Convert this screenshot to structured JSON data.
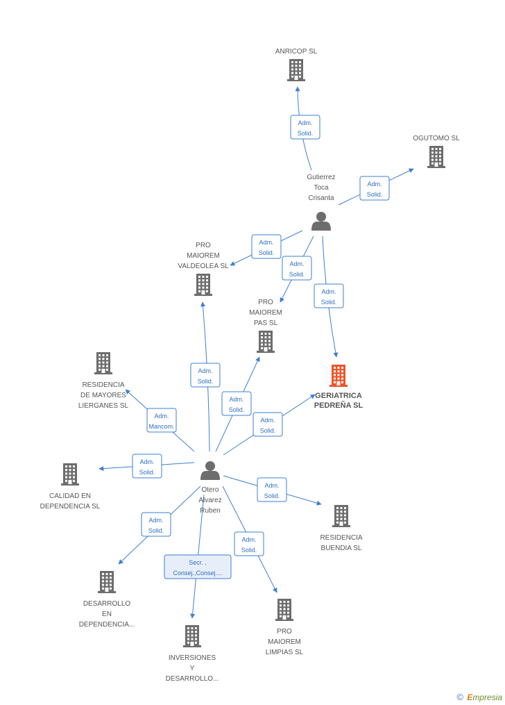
{
  "colors": {
    "edge": "#3b7fd4",
    "edge_label_border": "#3b7fd4",
    "edge_label_fill": "#ffffff",
    "edge_label_fill_alt": "#e8eef9",
    "building": "#6d6d6d",
    "building_focus": "#f0542a",
    "person": "#6d6d6d"
  },
  "nodes": [
    {
      "id": "anricop",
      "type": "company",
      "lines": [
        "ANRICOP  SL"
      ]
    },
    {
      "id": "ogutomo",
      "type": "company",
      "lines": [
        "OGUTOMO SL"
      ]
    },
    {
      "id": "gutierrez",
      "type": "person",
      "lines": [
        "Gutierrez",
        "Toca",
        "Crisanta"
      ]
    },
    {
      "id": "valdeolea",
      "type": "company",
      "lines": [
        "PRO",
        "MAIOREM",
        "VALDEOLEA SL"
      ]
    },
    {
      "id": "pas",
      "type": "company",
      "lines": [
        "PRO",
        "MAIOREM",
        "PAS SL"
      ]
    },
    {
      "id": "geriatrica",
      "type": "company_focus",
      "lines": [
        "GERIATRICA",
        "PEDREÑA SL"
      ]
    },
    {
      "id": "lierganes",
      "type": "company",
      "lines": [
        "RESIDENCIA",
        "DE MAYORES",
        "LIERGANES SL"
      ]
    },
    {
      "id": "calidad",
      "type": "company",
      "lines": [
        "CALIDAD EN",
        "DEPENDENCIA SL"
      ]
    },
    {
      "id": "otero",
      "type": "person",
      "lines": [
        "Otero",
        "Alvarez",
        "Ruben"
      ]
    },
    {
      "id": "buendia",
      "type": "company",
      "lines": [
        "RESIDENCIA",
        "BUENDIA SL"
      ]
    },
    {
      "id": "desarrollo",
      "type": "company",
      "lines": [
        "DESARROLLO",
        "EN",
        "DEPENDENCIA..."
      ]
    },
    {
      "id": "limpias",
      "type": "company",
      "lines": [
        "PRO",
        "MAIOREM",
        "LIMPIAS  SL"
      ]
    },
    {
      "id": "inversiones",
      "type": "company",
      "lines": [
        "INVERSIONES",
        "Y",
        "DESARROLLO..."
      ]
    }
  ],
  "edges": [
    {
      "from": "gutierrez",
      "to": "anricop",
      "label": [
        "Adm.",
        "Solid."
      ]
    },
    {
      "from": "gutierrez",
      "to": "ogutomo",
      "label": [
        "Adm.",
        "Solid."
      ]
    },
    {
      "from": "gutierrez",
      "to": "valdeolea",
      "label": [
        "Adm.",
        "Solid."
      ]
    },
    {
      "from": "gutierrez",
      "to": "pas",
      "label": [
        "Adm.",
        "Solid."
      ]
    },
    {
      "from": "gutierrez",
      "to": "geriatrica",
      "label": [
        "Adm.",
        "Solid."
      ]
    },
    {
      "from": "otero",
      "to": "valdeolea",
      "label": [
        "Adm.",
        "Solid."
      ]
    },
    {
      "from": "otero",
      "to": "pas",
      "label": [
        "Adm.",
        "Solid."
      ]
    },
    {
      "from": "otero",
      "to": "geriatrica",
      "label": [
        "Adm.",
        "Solid."
      ]
    },
    {
      "from": "otero",
      "to": "lierganes",
      "label": [
        "Adm.",
        "Mancom."
      ]
    },
    {
      "from": "otero",
      "to": "calidad",
      "label": [
        "Adm.",
        "Solid."
      ]
    },
    {
      "from": "otero",
      "to": "buendia",
      "label": [
        "Adm.",
        "Solid."
      ]
    },
    {
      "from": "otero",
      "to": "desarrollo",
      "label": [
        "Adm.",
        "Solid."
      ]
    },
    {
      "from": "otero",
      "to": "limpias",
      "label": [
        "Adm.",
        "Solid."
      ]
    },
    {
      "from": "otero",
      "to": "inversiones",
      "label": [
        "Secr. ,",
        "Consej.,Consej...."
      ],
      "alt": true
    }
  ],
  "footer": {
    "copyright": "©",
    "brand_first": "E",
    "brand_rest": "mpresia"
  }
}
